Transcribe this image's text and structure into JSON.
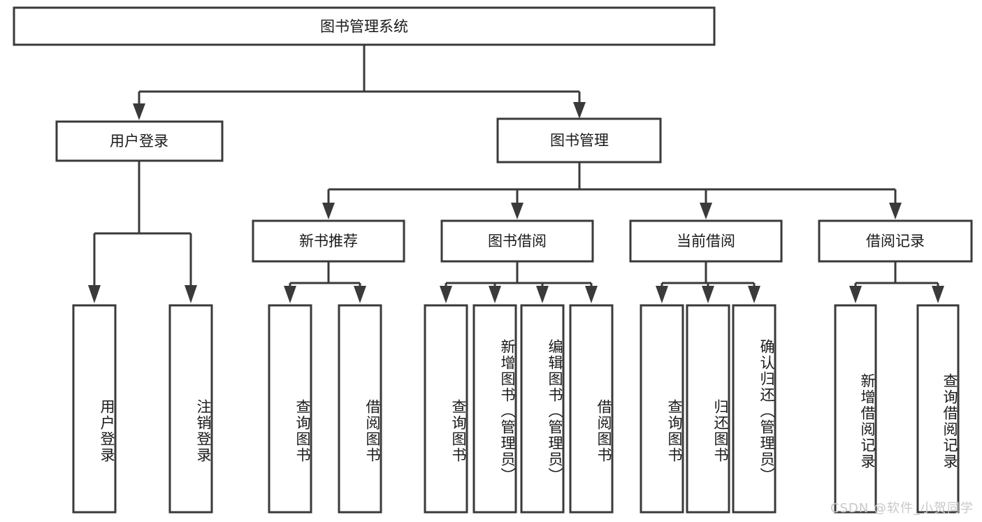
{
  "diagram": {
    "type": "tree-hierarchy",
    "title": "图书管理系统",
    "root": {
      "label": "图书管理系统",
      "orientation": "horizontal"
    },
    "level2": [
      {
        "label": "用户登录",
        "orientation": "horizontal"
      },
      {
        "label": "图书管理",
        "orientation": "horizontal"
      }
    ],
    "level3": [
      {
        "label": "新书推荐",
        "orientation": "horizontal"
      },
      {
        "label": "图书借阅",
        "orientation": "horizontal"
      },
      {
        "label": "当前借阅",
        "orientation": "horizontal"
      },
      {
        "label": "借阅记录",
        "orientation": "horizontal"
      }
    ],
    "leaves": {
      "user_login": [
        {
          "label": "用户登录",
          "orientation": "vertical"
        },
        {
          "label": "注销登录",
          "orientation": "vertical"
        }
      ],
      "new_book_recommend": [
        {
          "label": "查询图书",
          "orientation": "vertical"
        },
        {
          "label": "借阅图书",
          "orientation": "vertical"
        }
      ],
      "book_borrow": [
        {
          "label": "查询图书",
          "orientation": "vertical"
        },
        {
          "label": "新增图书（管理员）",
          "orientation": "vertical"
        },
        {
          "label": "编辑图书（管理员）",
          "orientation": "vertical"
        },
        {
          "label": "借阅图书",
          "orientation": "vertical"
        }
      ],
      "current_borrow": [
        {
          "label": "查询图书",
          "orientation": "vertical"
        },
        {
          "label": "归还图书",
          "orientation": "vertical"
        },
        {
          "label": "确认归还（管理员）",
          "orientation": "vertical"
        }
      ],
      "borrow_record": [
        {
          "label": "新增借阅记录",
          "orientation": "vertical"
        },
        {
          "label": "查询借阅记录",
          "orientation": "vertical"
        }
      ]
    },
    "colors": {
      "background": "#ffffff",
      "box_fill": "#ffffff",
      "box_stroke": "#3a3a3a",
      "text": "#1a1a1a",
      "watermark": "#c8c8c8"
    }
  },
  "watermark": {
    "text": "CSDN @软件_小贺同学"
  }
}
